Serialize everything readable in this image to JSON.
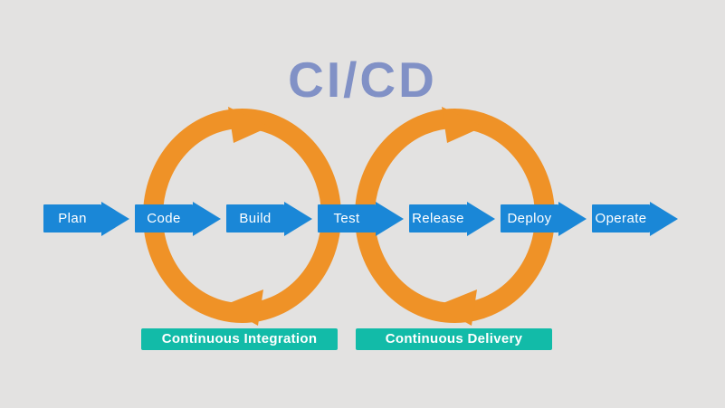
{
  "title": "CI/CD",
  "pipeline": {
    "stages": [
      {
        "label": "Plan"
      },
      {
        "label": "Code"
      },
      {
        "label": "Build"
      },
      {
        "label": "Test"
      },
      {
        "label": "Release"
      },
      {
        "label": "Deploy"
      },
      {
        "label": "Operate"
      }
    ]
  },
  "banners": [
    {
      "label": "Continuous Integration"
    },
    {
      "label": "Continuous Delivery"
    }
  ],
  "loops": [
    {
      "name": "continuous-integration-loop",
      "direction": "clockwise"
    },
    {
      "name": "continuous-delivery-loop",
      "direction": "clockwise"
    }
  ],
  "colors": {
    "background": "#e3e2e1",
    "pipeline_arrow_blue": "#1a87d7",
    "loop_orange": "#ef9227",
    "banner_teal": "#12bba8",
    "title_blue_gray": "#8191c6",
    "label_text": "#ffffff"
  }
}
